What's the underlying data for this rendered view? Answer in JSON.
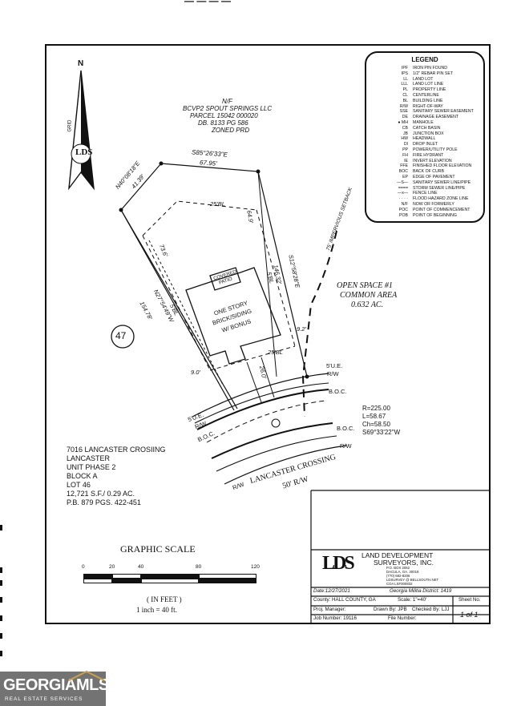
{
  "north": {
    "label": "N",
    "grid_label": "GRID"
  },
  "adjacent_owner": {
    "line1": "N/F",
    "line2": "BCVP2 SPOUT SPRINGS LLC",
    "line3": "PARCEL 15042 000020",
    "line4": "DB. 8133 PG 586",
    "line5": "ZONED PRD"
  },
  "bearings": {
    "top": "S85°26'33\"E",
    "top_dist": "67.95'",
    "left_top": "N40°08'18\"E",
    "left_top_dist": "41.39'",
    "left": "N27°54'49\"W",
    "left_dist": "154.78'",
    "right": "S12°58'28\"E",
    "right_dist": "146.32'"
  },
  "setbacks": {
    "rear": "25'BL",
    "side_left": "5'BL",
    "side_right": "5'BL",
    "front": "25'BL",
    "dim_64": "64.9'",
    "dim_73": "73.6'",
    "dim_92": "9.2'",
    "dim_90": "9.0'",
    "dim_260": "26.0'",
    "ue_right": "5'U.E.",
    "rw_right": "R/W",
    "ue_left": "5'U.E.",
    "rw_left": "R/W"
  },
  "house": {
    "patio_line1": "COVERED",
    "patio_line2": "PATIO",
    "line1": "ONE STORY",
    "line2": "BRICK/SIDING",
    "line3": "W/ BONUS"
  },
  "impervious": "75' IMPERVIOUS SETBACK",
  "open_space": {
    "line1": "OPEN SPACE #1",
    "line2": "COMMON AREA",
    "line3": "0.632 AC."
  },
  "lot_number": "47",
  "curve": {
    "r": "R=225.00",
    "l": "L=58.67",
    "ch": "Ch=58.50",
    "brg": "S69°33'22\"W"
  },
  "road": {
    "boc1": "B.O.C.",
    "boc2": "B.O.C.",
    "boc3": "B.O.C.",
    "rw1": "R/W",
    "rw2": "R/W",
    "name": "LANCASTER CROSSING",
    "width": "50' R/W"
  },
  "lot_info": {
    "line1": "7016 LANCASTER CROSIING",
    "line2": "LANCASTER",
    "line3": "UNIT PHASE 2",
    "line4": "BLOCK A",
    "line5": "LOT 46",
    "line6": "12,721 S.F./ 0.29 AC.",
    "line7": "P.B. 879 PGS. 422-451"
  },
  "legend": {
    "title": "LEGEND",
    "rows": [
      {
        "ab": "IPF",
        "ds": "IRON PIN FOUND"
      },
      {
        "ab": "IPS",
        "ds": "1/2\" REBAR PIN SET"
      },
      {
        "ab": "LL",
        "ds": "LAND LOT"
      },
      {
        "ab": "LLL",
        "ds": "LAND LOT LINE"
      },
      {
        "ab": "PL",
        "ds": "PROPERTY LINE"
      },
      {
        "ab": "CL",
        "ds": "CENTERLINE"
      },
      {
        "ab": "BL",
        "ds": "BUILDING LINE"
      },
      {
        "ab": "R/W",
        "ds": "RIGHT-OF-WAY"
      },
      {
        "ab": "SSE",
        "ds": "SANITARY SEWER EASEMENT"
      },
      {
        "ab": "DE",
        "ds": "DRAINAGE EASEMENT"
      },
      {
        "ab": "● MH",
        "ds": "MANHOLE"
      },
      {
        "ab": "CB",
        "ds": "CATCH BASIN"
      },
      {
        "ab": "JB",
        "ds": "JUNCTION BOX"
      },
      {
        "ab": "HW",
        "ds": "HEADWALL"
      },
      {
        "ab": "DI",
        "ds": "DROP INLET"
      },
      {
        "ab": "PP",
        "ds": "POWER/UTILITY POLE"
      },
      {
        "ab": "FH",
        "ds": "FIRE HYDRANT"
      },
      {
        "ab": "IE",
        "ds": "INVERT ELEVATION"
      },
      {
        "ab": "FFE",
        "ds": "FINISHED FLOOR ELEVATION"
      },
      {
        "ab": "BOC",
        "ds": "BACK OF CURB"
      },
      {
        "ab": "EP",
        "ds": "EDGE OF PAVEMENT"
      },
      {
        "ab": "—S—",
        "ds": "SANITARY SEWER LINE/PIPE"
      },
      {
        "ab": "====",
        "ds": "STORM SEWER LINE/PIPE"
      },
      {
        "ab": "—x—",
        "ds": "FENCE LINE"
      },
      {
        "ab": "· · · ·",
        "ds": "FLOOD HAZARD ZONE LINE"
      },
      {
        "ab": "N/F",
        "ds": "NOW OR FORMERLY"
      },
      {
        "ab": "POC",
        "ds": "POINT OF COMMENCEMENT"
      },
      {
        "ab": "POB",
        "ds": "POINT OF BEGINNING"
      }
    ]
  },
  "scale": {
    "title": "GRAPHIC SCALE",
    "ticks": [
      "0",
      "20",
      "40",
      "80",
      "120"
    ],
    "unit": "( IN FEET )",
    "ratio": "1 inch = 40 ft."
  },
  "title_block": {
    "logo": "LDS",
    "company1": "LAND DEVELOPMENT",
    "company2": "SURVEYORS, INC.",
    "addr1": "P.O. BOX 2052",
    "addr2": "DACULA, GA. 30019",
    "addr3": "(770) 682-8206",
    "addr4": "LDSURVEY @ BELLSOUTH.NET",
    "addr5": "COA LSF000832",
    "date": "Date:12/27/2021",
    "district": "Georgia Militia District: 1419",
    "county": "County: HALL COUNTY, GA",
    "scale": "Scale: 1\"=40'",
    "sheet_no": "Sheet No.",
    "proj_mgr": "Proj. Manager:",
    "drawn": "Drawn By: JPB",
    "checked": "Checked By: LJJ",
    "job": "Job Number: 19116",
    "file": "File Number:",
    "sheet_of": "1 of 1"
  },
  "watermark": {
    "brand": "GEORGIAMLS",
    "sub": "REAL ESTATE SERVICES"
  },
  "top_fragment": "— — — —"
}
